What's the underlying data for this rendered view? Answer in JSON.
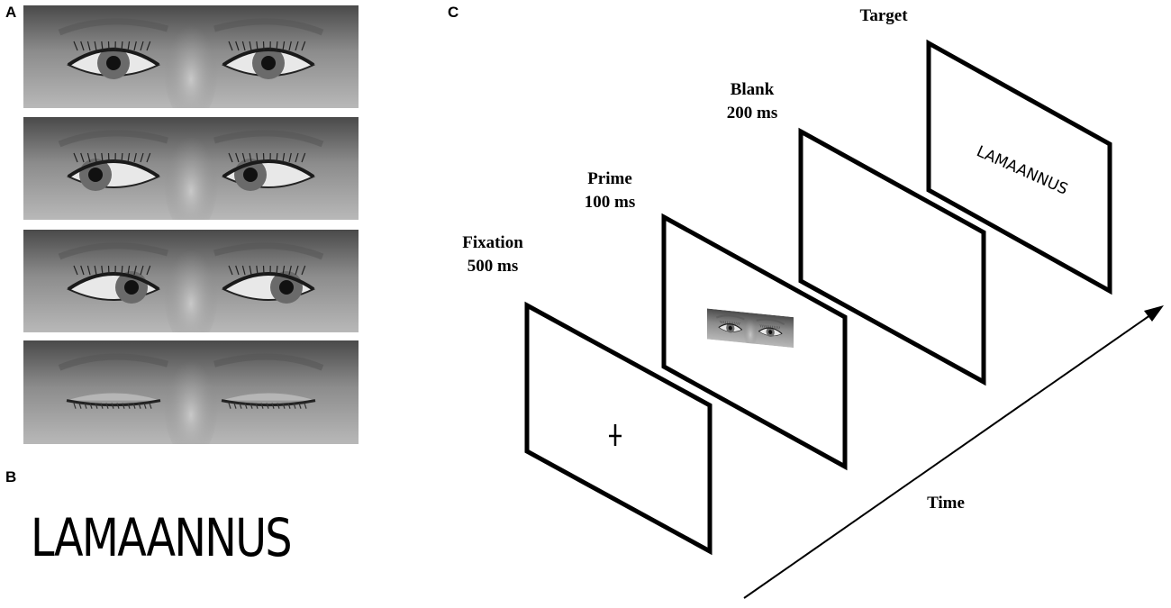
{
  "panels": {
    "a": "A",
    "b": "B",
    "c": "C"
  },
  "panel_b": {
    "word": "LAMAANNUS"
  },
  "panel_a": {
    "gaze_conditions": [
      "direct",
      "left",
      "right",
      "closed"
    ]
  },
  "sequence": {
    "fixation": {
      "name": "Fixation",
      "duration": "500 ms",
      "symbol": "+"
    },
    "prime": {
      "name": "Prime",
      "duration": "100 ms"
    },
    "blank": {
      "name": "Blank",
      "duration": "200 ms"
    },
    "target": {
      "name": "Target",
      "word": "LAMAANNUS"
    }
  },
  "axis": {
    "label": "Time"
  },
  "colors": {
    "frame": "#000000",
    "skin_dark": "#4a4a4a",
    "skin_light": "#b8b8b8",
    "sclera": "#e8e8e8",
    "iris": "#6a6a6a",
    "pupil": "#111111"
  }
}
